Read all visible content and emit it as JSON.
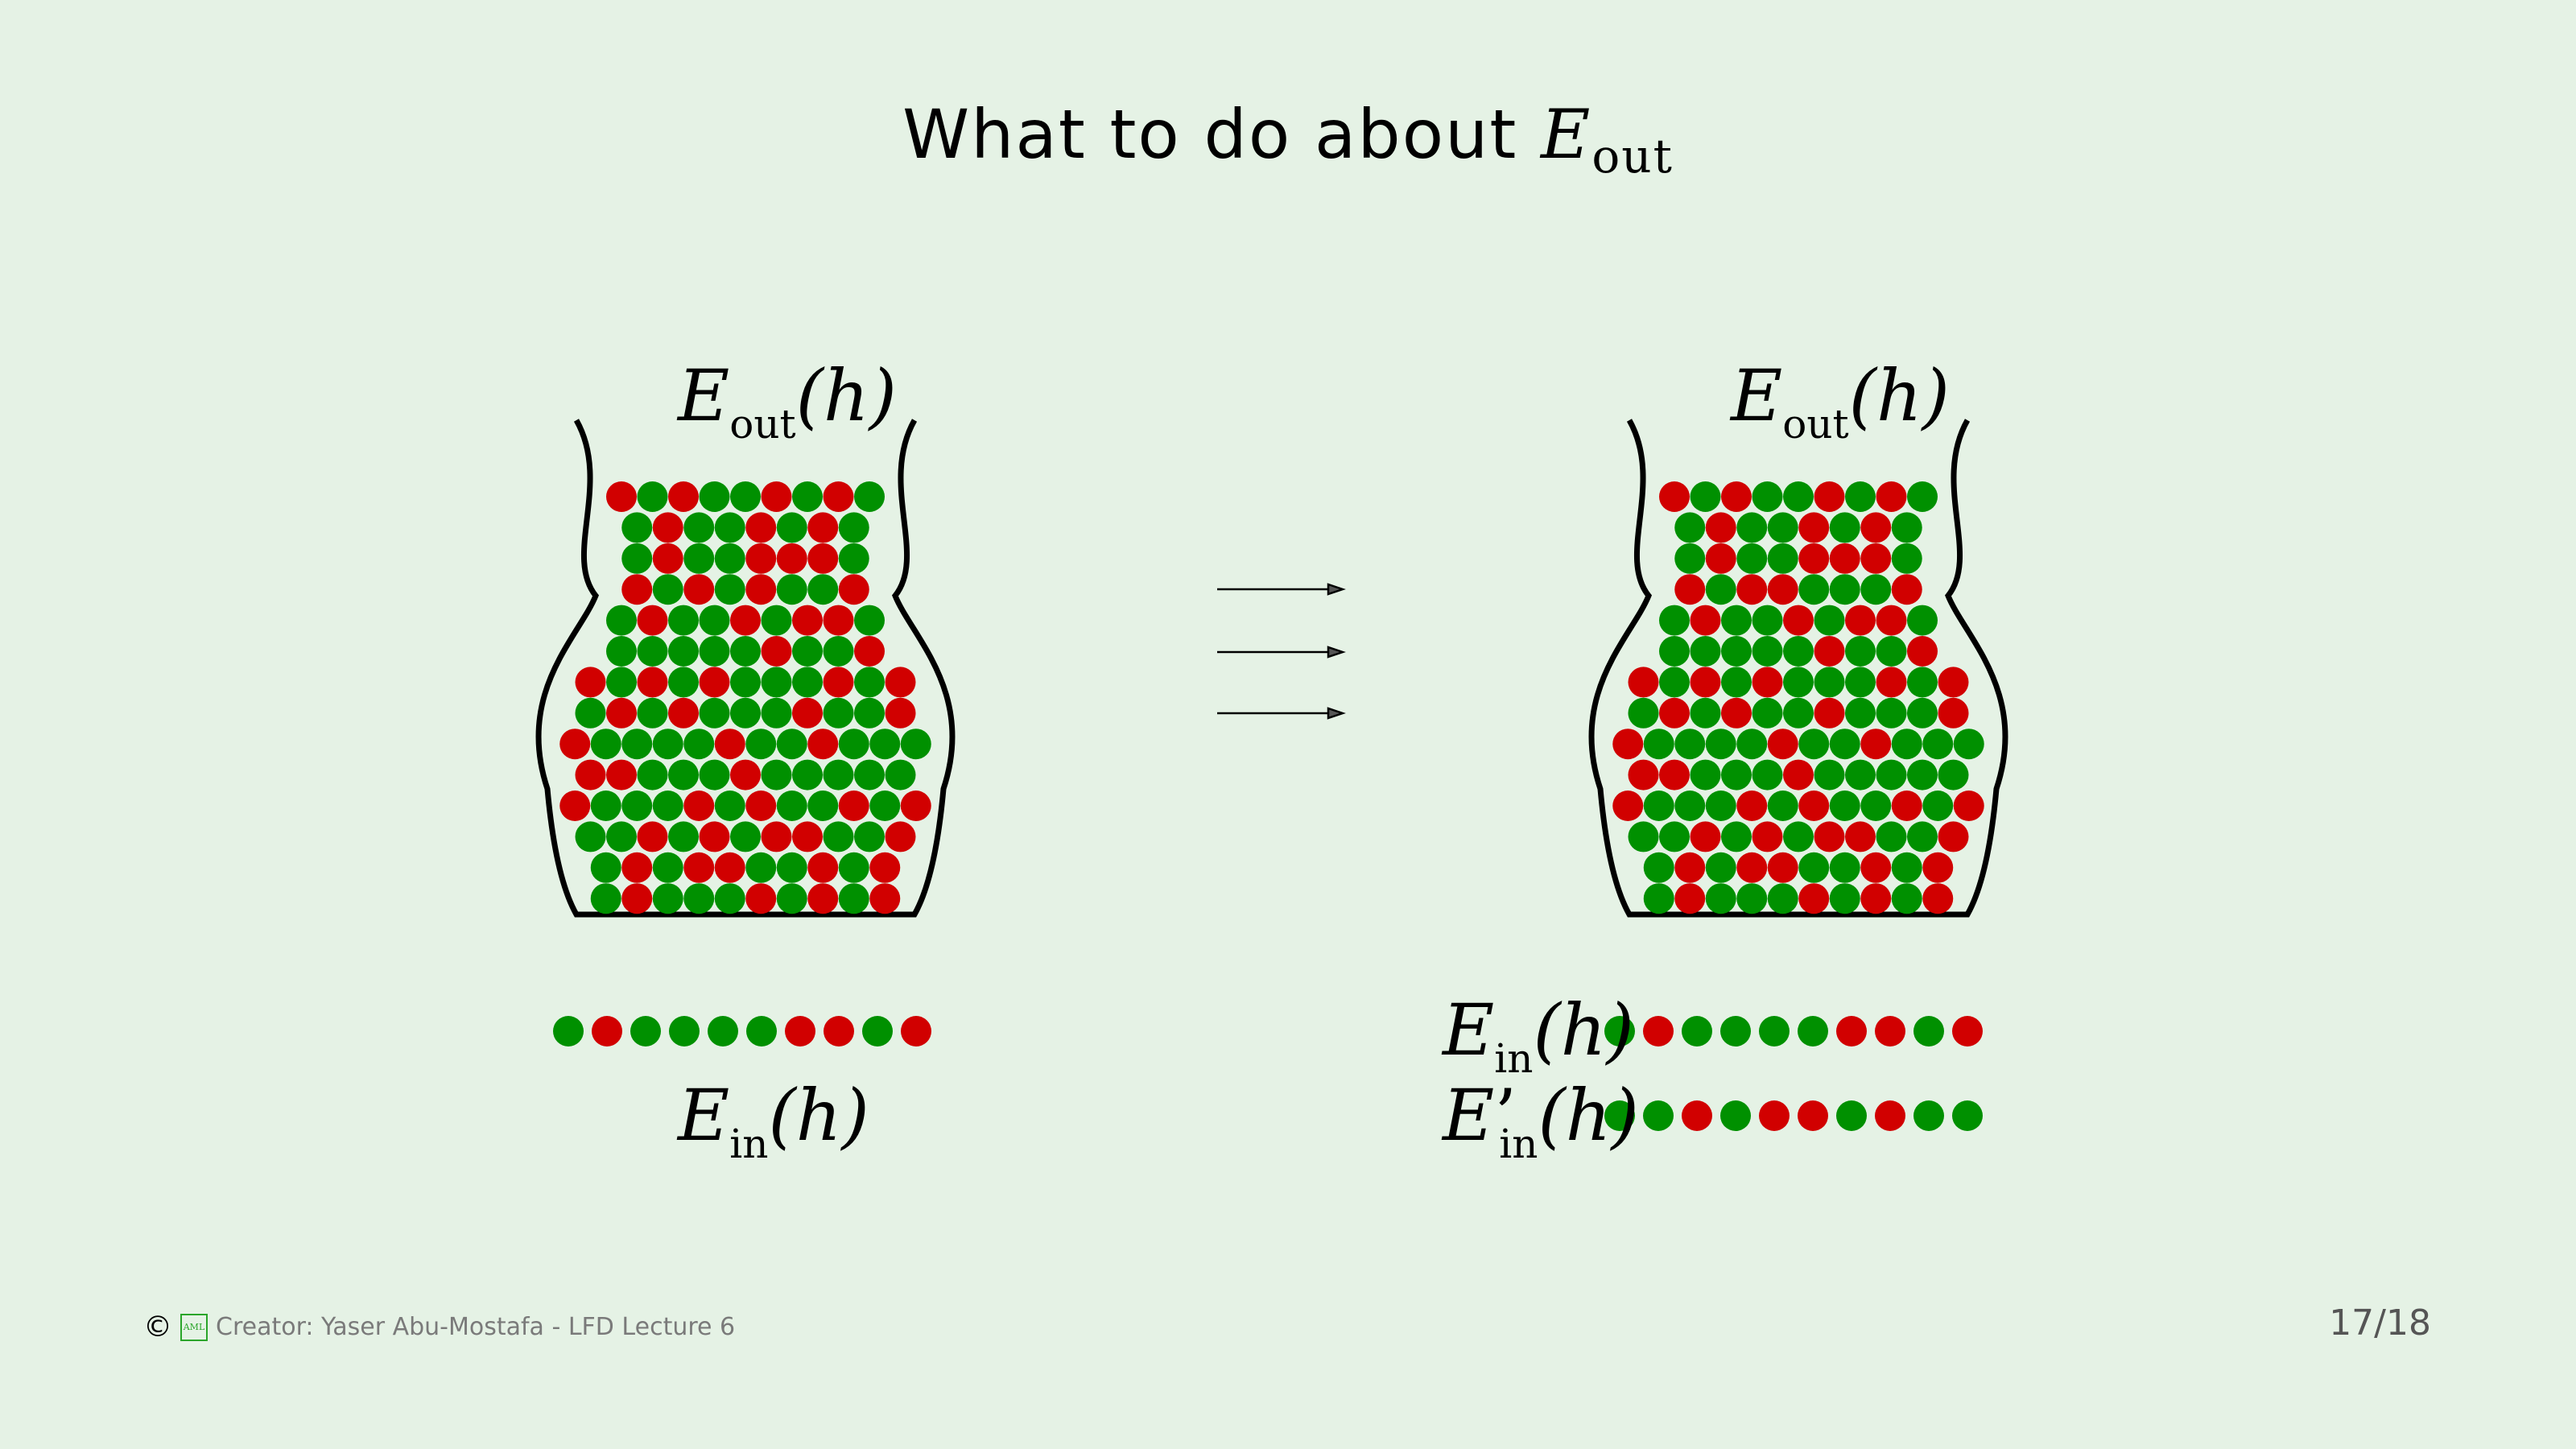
{
  "slide": {
    "title_text": "What to do about ",
    "title_math": "E",
    "title_sub": "out"
  },
  "labels": {
    "E": "E",
    "out": "out",
    "in": "in",
    "h": "(h)",
    "prime": "’"
  },
  "footer": {
    "copyright": "©",
    "logo": "AML",
    "text": "Creator: Yaser Abu-Mostafa - LFD Lecture 6",
    "page": "17/18"
  },
  "colors": {
    "red": "#d10000",
    "green": "#009000",
    "background": "#e5f2e5"
  },
  "samples": {
    "left_ein": [
      "g",
      "r",
      "g",
      "g",
      "g",
      "g",
      "r",
      "r",
      "g",
      "r"
    ],
    "right_ein": [
      "g",
      "r",
      "g",
      "g",
      "g",
      "g",
      "r",
      "r",
      "g",
      "r"
    ],
    "right_ein_prime": [
      "g",
      "g",
      "r",
      "g",
      "r",
      "r",
      "g",
      "r",
      "g",
      "g"
    ]
  },
  "bin_left_rows": [
    [
      "r",
      "g",
      "r",
      "g",
      "g",
      "r",
      "g",
      "r",
      "g"
    ],
    [
      "g",
      "r",
      "g",
      "g",
      "r",
      "g",
      "r",
      "g"
    ],
    [
      "g",
      "r",
      "g",
      "g",
      "r",
      "r",
      "r",
      "g"
    ],
    [
      "r",
      "g",
      "r",
      "g",
      "r",
      "g",
      "g",
      "r"
    ],
    [
      "g",
      "r",
      "g",
      "g",
      "r",
      "g",
      "r",
      "r",
      "g"
    ],
    [
      "g",
      "g",
      "g",
      "g",
      "g",
      "r",
      "g",
      "g",
      "r"
    ],
    [
      "r",
      "g",
      "r",
      "g",
      "r",
      "g",
      "g",
      "g",
      "r",
      "g",
      "r"
    ],
    [
      "g",
      "r",
      "g",
      "r",
      "g",
      "g",
      "g",
      "r",
      "g",
      "g",
      "r"
    ],
    [
      "r",
      "g",
      "g",
      "g",
      "g",
      "r",
      "g",
      "g",
      "r",
      "g",
      "g",
      "g"
    ],
    [
      "r",
      "r",
      "g",
      "g",
      "g",
      "r",
      "g",
      "g",
      "g",
      "g",
      "g"
    ],
    [
      "r",
      "g",
      "g",
      "g",
      "r",
      "g",
      "r",
      "g",
      "g",
      "r",
      "g",
      "r"
    ],
    [
      "g",
      "g",
      "r",
      "g",
      "r",
      "g",
      "r",
      "r",
      "g",
      "g",
      "r"
    ],
    [
      "g",
      "r",
      "g",
      "r",
      "r",
      "g",
      "g",
      "r",
      "g",
      "r"
    ],
    [
      "g",
      "r",
      "g",
      "g",
      "g",
      "r",
      "g",
      "r",
      "g",
      "r"
    ]
  ],
  "bin_right_rows": [
    [
      "r",
      "g",
      "r",
      "g",
      "g",
      "r",
      "g",
      "r",
      "g"
    ],
    [
      "g",
      "r",
      "g",
      "g",
      "r",
      "g",
      "r",
      "g"
    ],
    [
      "g",
      "r",
      "g",
      "g",
      "r",
      "r",
      "r",
      "g"
    ],
    [
      "r",
      "g",
      "r",
      "r",
      "g",
      "g",
      "g",
      "r"
    ],
    [
      "g",
      "r",
      "g",
      "g",
      "r",
      "g",
      "r",
      "r",
      "g"
    ],
    [
      "g",
      "g",
      "g",
      "g",
      "g",
      "r",
      "g",
      "g",
      "r"
    ],
    [
      "r",
      "g",
      "r",
      "g",
      "r",
      "g",
      "g",
      "g",
      "r",
      "g",
      "r"
    ],
    [
      "g",
      "r",
      "g",
      "r",
      "g",
      "g",
      "r",
      "g",
      "g",
      "g",
      "r"
    ],
    [
      "r",
      "g",
      "g",
      "g",
      "g",
      "r",
      "g",
      "g",
      "r",
      "g",
      "g",
      "g"
    ],
    [
      "r",
      "r",
      "g",
      "g",
      "g",
      "r",
      "g",
      "g",
      "g",
      "g",
      "g"
    ],
    [
      "r",
      "g",
      "g",
      "g",
      "r",
      "g",
      "r",
      "g",
      "g",
      "r",
      "g",
      "r"
    ],
    [
      "g",
      "g",
      "r",
      "g",
      "r",
      "g",
      "r",
      "r",
      "g",
      "g",
      "r"
    ],
    [
      "g",
      "r",
      "g",
      "r",
      "r",
      "g",
      "g",
      "r",
      "g",
      "r"
    ],
    [
      "g",
      "r",
      "g",
      "g",
      "g",
      "r",
      "g",
      "r",
      "g",
      "r"
    ]
  ]
}
